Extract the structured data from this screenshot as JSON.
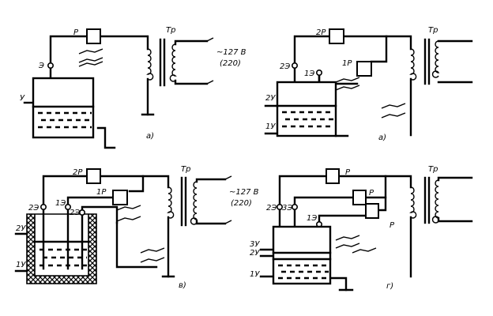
{
  "panels": {
    "a1": {
      "caption": "а)",
      "relay": "Р",
      "electrode": "Э",
      "level": "У",
      "transformer": "Тр",
      "supply_line1": "~127 В",
      "supply_line2": "(220)"
    },
    "a2": {
      "caption": "а)",
      "relay_top": "2Р",
      "relay_small": "1Р",
      "electrode_2": "2Э",
      "electrode_1": "1Э",
      "level_2": "2У",
      "level_1": "1У",
      "transformer": "Тр"
    },
    "v": {
      "caption": "в)",
      "relay_top": "2Р",
      "relay_small": "1Р",
      "electrode_2": "2Э",
      "electrode_1": "1Э",
      "electrode_2b": "2Э",
      "level_2": "2У",
      "level_1": "1У",
      "transformer": "Тр",
      "supply_line1": "~127 В",
      "supply_line2": "(220)"
    },
    "g": {
      "caption": "г)",
      "relay_top": "Р",
      "relay_mid": "Р",
      "relay_bot": "Р",
      "electrode_2": "2Э",
      "electrode_3": "3Э",
      "electrode_1": "1Э",
      "level_3": "3У",
      "level_2": "2У",
      "level_1": "1У",
      "transformer": "Тр"
    }
  }
}
